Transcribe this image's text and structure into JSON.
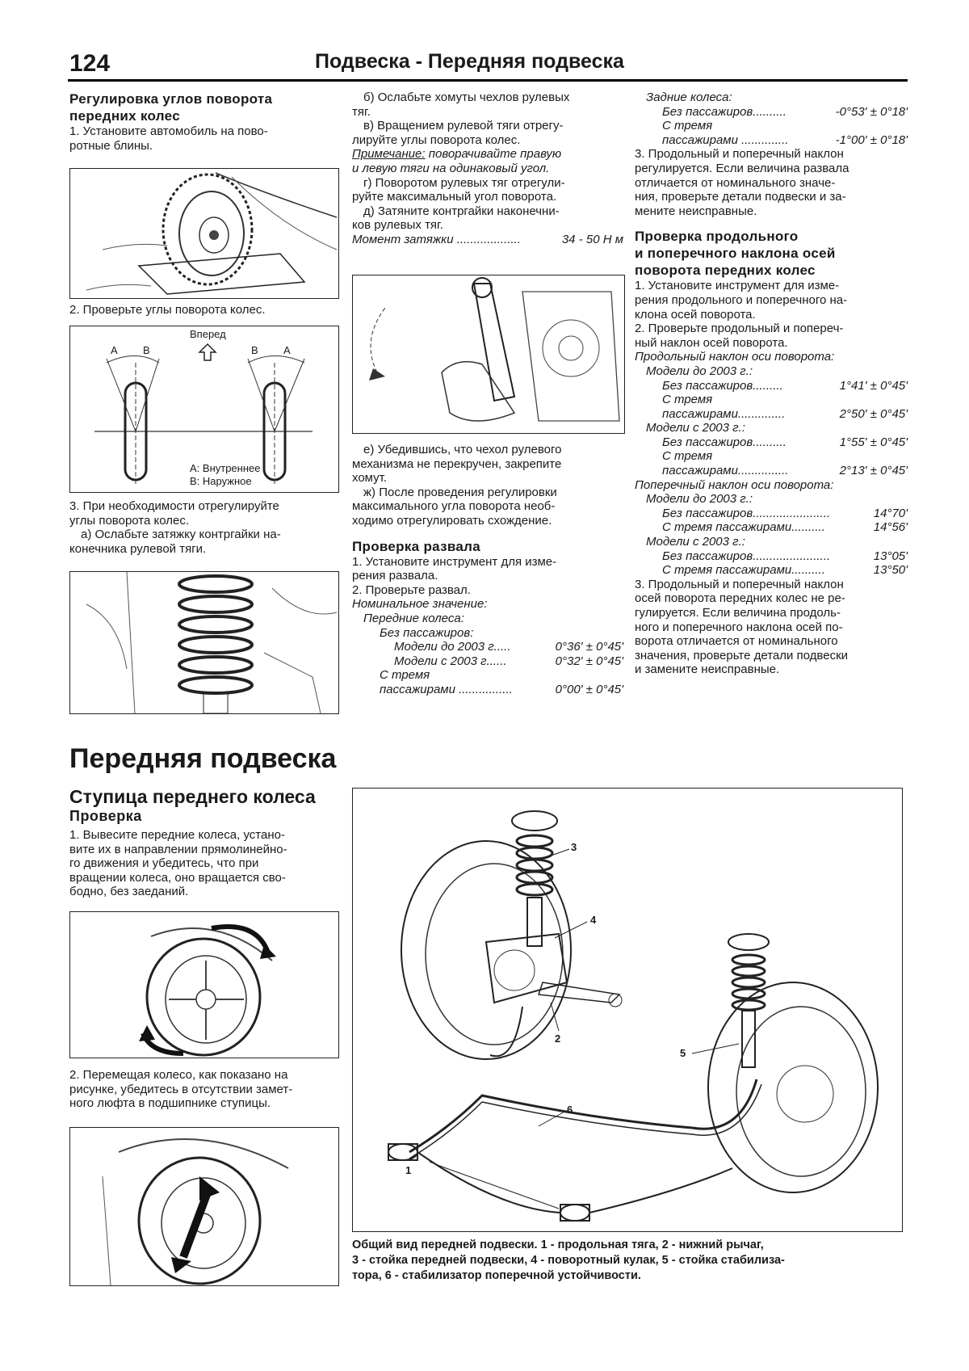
{
  "header": {
    "page_number": "124",
    "title": "Подвеска - Передняя подвеска"
  },
  "col1": {
    "heading_line1": "Регулировка углов поворота",
    "heading_line2": "передних колес",
    "step1_line1": "1. Установите автомобиль на пово-",
    "step1_line2": "ротные блины.",
    "step2": "2. Проверьте углы поворота колес.",
    "diagram": {
      "forward": "Вперед",
      "label_a": "A",
      "label_b": "B",
      "legend_a": "A: Внутреннее",
      "legend_b": "B: Наружное"
    },
    "step3_line1": "3. При необходимости отрегулируйте",
    "step3_line2": "углы поворота колес.",
    "step3a_line1": "а) Ослабьте затяжку контргайки на-",
    "step3a_line2": "конечника рулевой тяги."
  },
  "col2": {
    "b_line1": "б) Ослабьте хомуты чехлов рулевых",
    "b_line2": "тяг.",
    "v_line1": "в) Вращением рулевой тяги отрегу-",
    "v_line2": "лируйте углы поворота колес.",
    "note_label": "Примечание:",
    "note_line1": "поворачивайте правую",
    "note_line2": "и левую тяги на одинаковый угол.",
    "g_line1": "г) Поворотом рулевых тяг отрегули-",
    "g_line2": "руйте максимальный угол поворота.",
    "d_line1": "д) Затяните контргайки наконечни-",
    "d_line2": "ков рулевых тяг.",
    "torque_label": "Момент затяжки ...................",
    "torque_value": "34 - 50 Н м",
    "e_line1": "е) Убедившись, что чехол рулевого",
    "e_line2": "механизма не перекручен, закрепите",
    "e_line3": "хомут.",
    "zh_line1": "ж) После проведения регулировки",
    "zh_line2": "максимального угла поворота необ-",
    "zh_line3": "ходимо отрегулировать схождение.",
    "camber_heading": "Проверка развала",
    "c1_line1": "1. Установите инструмент для изме-",
    "c1_line2": "рения развала.",
    "c2": "2. Проверьте развал.",
    "nominal": "Номинальное значение:",
    "front_wheels": "Передние колеса:",
    "no_passengers": "Без пассажиров:",
    "model_before_label": "Модели до 2003 г.....",
    "model_before_value": "0°36' ± 0°45'",
    "model_after_label": "Модели с 2003 г......",
    "model_after_value": "0°32' ± 0°45'",
    "three_passengers": "С тремя",
    "passengers_label": "пассажирами ................",
    "passengers_value": "0°00' ± 0°45'"
  },
  "col3": {
    "rear_wheels": "Задние колеса:",
    "r_no_pass_label": "Без пассажиров..........",
    "r_no_pass_value": "-0°53' ± 0°18'",
    "r_three": "С тремя",
    "r_pass_label": "пассажирами ..............",
    "r_pass_value": "-1°00' ± 0°18'",
    "p3_line1": "3. Продольный и поперечный наклон",
    "p3_line2": "регулируется. Если величина развала",
    "p3_line3": "отличается от номинального значе-",
    "p3_line4": "ния, проверьте детали подвески и за-",
    "p3_line5": "мените неисправные.",
    "heading_line1": "Проверка продольного",
    "heading_line2": "и поперечного наклона осей",
    "heading_line3": "поворота передних колес",
    "s1_line1": "1. Установите инструмент для изме-",
    "s1_line2": "рения продольного и поперечного на-",
    "s1_line3": "клона осей поворота.",
    "s2_line1": "2. Проверьте продольный и попереч-",
    "s2_line2": "ный наклон осей поворота.",
    "caster_label": "Продольный наклон оси поворота:",
    "models_before": "Модели до 2003 г.:",
    "cb_no_pass_label": "Без пассажиров.........",
    "cb_no_pass_value": "1°41' ± 0°45'",
    "cb_three": "С тремя",
    "cb_pass_label": "пассажирами..............",
    "cb_pass_value": "2°50' ± 0°45'",
    "models_after": "Модели с 2003 г.:",
    "ca_no_pass_label": "Без пассажиров..........",
    "ca_no_pass_value": "1°55' ± 0°45'",
    "ca_three": "С тремя",
    "ca_pass_label": "пассажирами...............",
    "ca_pass_value": "2°13' ± 0°45'",
    "kpi_label": "Поперечный наклон оси поворота:",
    "kb_models": "Модели до 2003 г.:",
    "kb_no_pass_label": "Без пассажиров.......................",
    "kb_no_pass_value": "14°70'",
    "kb_pass_label": "С тремя пассажирами..........",
    "kb_pass_value": "14°56'",
    "ka_models": "Модели с 2003 г.:",
    "ka_no_pass_label": "Без пассажиров.......................",
    "ka_no_pass_value": "13°05'",
    "ka_pass_label": "С тремя пассажирами..........",
    "ka_pass_value": "13°50'",
    "p3b_line2": "осей поворота передних колес не ре-",
    "p3b_line3": "гулируется. Если величина продоль-",
    "p3b_line4": "ного и поперечного наклона осей по-",
    "p3b_line5": "ворота отличается от номинального",
    "p3b_line6": "значения, проверьте детали подвески",
    "p3b_line7": "и замените неисправные."
  },
  "section": {
    "title": "Передняя подвеска",
    "subtitle": "Ступица переднего колеса",
    "check": "Проверка",
    "s1_line1": "1. Вывесите передние колеса, устано-",
    "s1_line2": "вите их в направлении прямолинейно-",
    "s1_line3": "го движения и убедитесь, что при",
    "s1_line4": "вращении колеса, оно вращается сво-",
    "s1_line5": "бодно, без заеданий.",
    "s2_line1": "2. Перемещая колесо, как показано на",
    "s2_line2": "рисунке, убедитесь в отсутствии замет-",
    "s2_line3": "ного люфта в подшипнике ступицы."
  },
  "suspension_figure": {
    "callouts": [
      "1",
      "2",
      "3",
      "4",
      "5",
      "6"
    ],
    "caption_line1": "Общий вид передней подвески. 1 - продольная тяга, 2 - нижний рычаг,",
    "caption_line2": "3 - стойка передней подвески, 4 - поворотный кулак, 5 - стойка стабилиза-",
    "caption_line3": "тора, 6 - стабилизатор поперечной устойчивости."
  }
}
